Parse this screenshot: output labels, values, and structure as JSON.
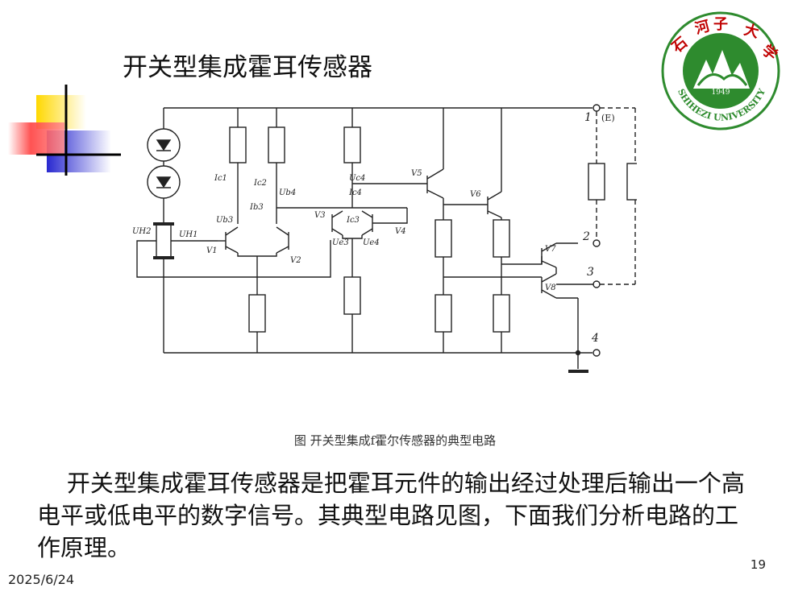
{
  "slide": {
    "title": "开关型集成霍耳传感器",
    "caption": "图    开关型集成f霍尔传感器的典型电路",
    "body": "    开关型集成霍耳传感器是把霍耳元件的输出经过处理后输出一个高电平或低电平的数字信号。其典型电路见图，下面我们分析电路的工作原理。",
    "page_number": "19",
    "date": "2025/6/24"
  },
  "logo": {
    "year": "1949",
    "university": "SHIHEZI UNIVERSITY",
    "motto_chars": "石河子大学",
    "color": "#2e8b2e"
  },
  "circuit": {
    "labels": {
      "ic1": "Ic1",
      "ic2": "Ic2",
      "ub4": "Ub4",
      "ib3": "Ib3",
      "ub3": "Ub3",
      "uh2": "UH2",
      "uh1": "UH1",
      "v1": "V1",
      "v2": "V2",
      "v3": "V3",
      "ic3": "Ic3",
      "uc4": "Uc4",
      "ic4": "Ic4",
      "ue3": "Ue3",
      "ue4": "Ue4",
      "v4": "V4",
      "v5": "V5",
      "v6": "V6",
      "v7": "V7",
      "v8": "V8",
      "pin1": "1",
      "pin1e": "(E)",
      "pin2": "2",
      "pin3": "3",
      "pin4": "4"
    }
  },
  "colors": {
    "yellow": "#ffd800",
    "red": "#ff4040",
    "blue": "#2828d0"
  }
}
